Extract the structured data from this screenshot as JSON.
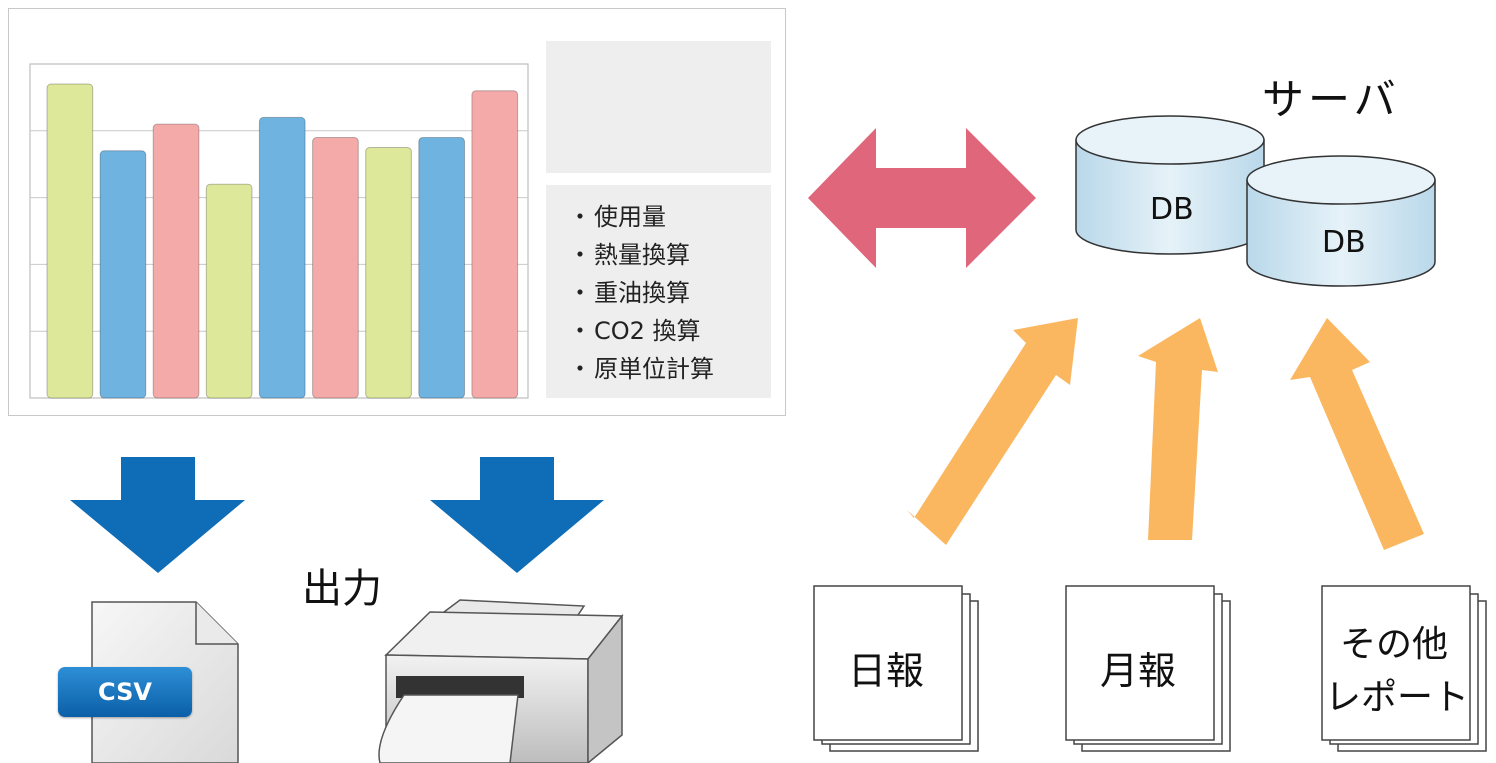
{
  "chart_data": {
    "type": "bar",
    "values": [
      47,
      37,
      41,
      32,
      42,
      39,
      37.5,
      39,
      46
    ],
    "ylim": [
      0,
      50
    ],
    "grid": true,
    "colors": [
      "#dde89b",
      "#6fb3e0",
      "#f5aaaa",
      "#dde89b",
      "#6fb3e0",
      "#f5aaaa",
      "#dde89b",
      "#6fb3e0",
      "#f5aaaa"
    ]
  },
  "panel": {
    "metrics": [
      "使用量",
      "熱量換算",
      "重油換算",
      "CO2 換算",
      "原単位計算"
    ]
  },
  "server": {
    "label": "サーバ",
    "db1": "DB",
    "db2": "DB"
  },
  "output": {
    "label": "出力",
    "csv_badge": "CSV"
  },
  "reports": {
    "daily": "日報",
    "monthly": "月報",
    "other_line1": "その他",
    "other_line2": "レポート"
  },
  "colors": {
    "sync_arrow": "#e0667c",
    "down_arrow": "#0f6db7",
    "up_arrow": "#fbb760",
    "db_fill": "#d6e9f3"
  },
  "icons": {
    "sync": "double-headed-arrow-icon",
    "down": "down-arrow-icon",
    "up": "up-arrow-icon",
    "db": "database-cylinder-icon",
    "csv": "csv-file-icon",
    "printer": "printer-icon",
    "doc": "document-stack-icon"
  }
}
